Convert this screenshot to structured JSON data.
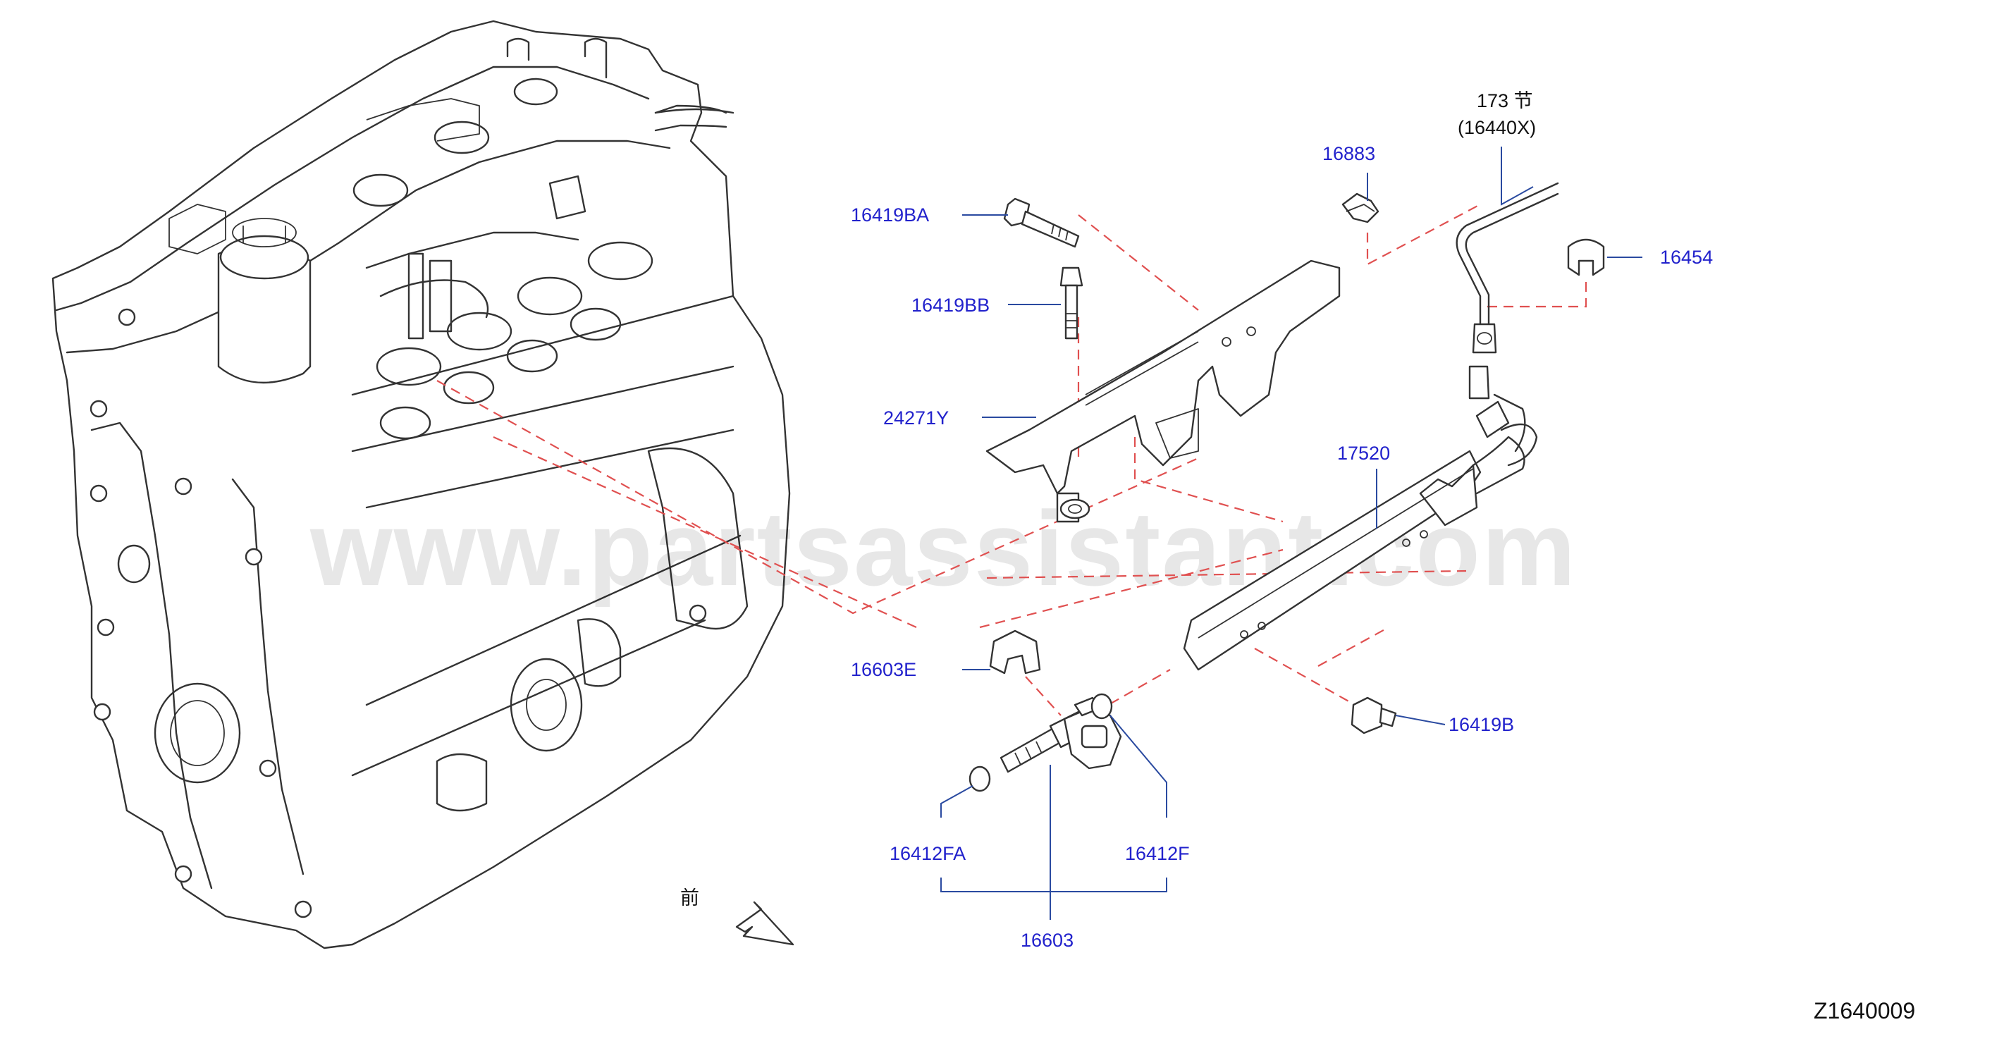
{
  "diagram_id": "Z1640009",
  "watermark": "www.partsassistant.com",
  "reference": {
    "line1": "173 节",
    "line2": "(16440X)"
  },
  "front_mark": "前",
  "parts": {
    "p16419BA": "16419BA",
    "p16419BB": "16419BB",
    "p24271Y": "24271Y",
    "p16883": "16883",
    "p16454": "16454",
    "p17520": "17520",
    "p16603E": "16603E",
    "p16419B": "16419B",
    "p16412FA": "16412FA",
    "p16412F": "16412F",
    "p16603": "16603"
  },
  "colors": {
    "label": "#2222cc",
    "dashed_lines": "#e05050",
    "leaders": "#2a4aa0",
    "drawing": "#333333"
  }
}
